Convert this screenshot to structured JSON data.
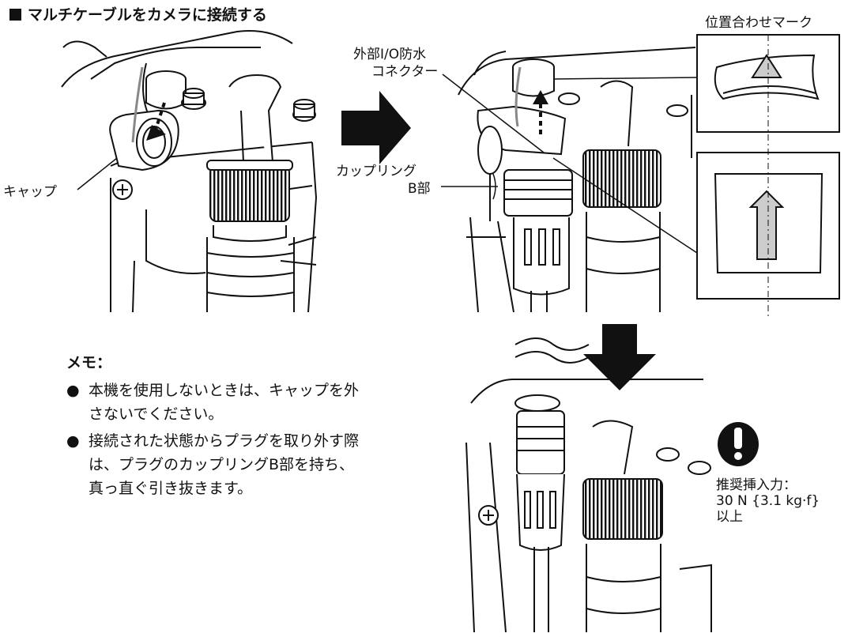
{
  "section_title": "マルチケーブルをカメラに接続する",
  "labels": {
    "cap": "キャップ",
    "connector_line1": "外部I/O防水",
    "connector_line2": "コネクター",
    "coupling_line1": "カップリング",
    "coupling_line2": "B部",
    "alignment_mark": "位置合わせマーク"
  },
  "memo": {
    "title": "メモ：",
    "items": [
      {
        "bullet": "●",
        "lines": [
          "本機を使用しないときは、キャップを外",
          "さないでください。"
        ]
      },
      {
        "bullet": "●",
        "lines": [
          "接続された状態からプラグを取り外す際",
          "は、プラグのカップリングB部を持ち、",
          "真っ直ぐ引き抜きます。"
        ]
      }
    ]
  },
  "caution": {
    "icon": "exclamation-icon",
    "line1": "推奨挿入力：",
    "line2": "30 N {3.1 kg·f}",
    "line3": "以上"
  }
}
